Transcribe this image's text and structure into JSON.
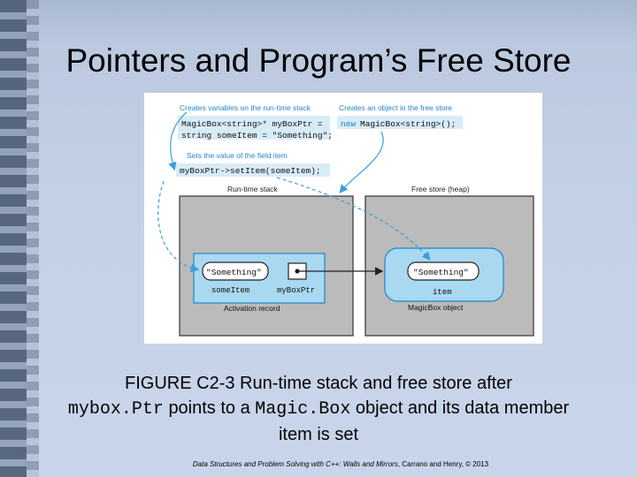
{
  "slide": {
    "title": "Pointers and Program’s Free Store"
  },
  "figure": {
    "labels": {
      "creates_stack": "Creates variables on the run-time stack",
      "creates_free": "Creates an object in the free store",
      "sets_value": "Sets the value of the field item",
      "runtime_stack": "Run-time stack",
      "free_store": "Free store (heap)",
      "activation_record": "Activation record",
      "magicbox_object": "MagicBox object"
    },
    "code": {
      "line1_left": "MagicBox<string>* myBoxPtr =",
      "line1_new": "new",
      "line1_right": "MagicBox<string>();",
      "line2": "string someItem = \"Something\";",
      "line3": "myBoxPtr->setItem(someItem);"
    },
    "stack": {
      "value": "\"Something\"",
      "var_item": "someItem",
      "var_ptr": "myBoxPtr"
    },
    "heap": {
      "value": "\"Something\"",
      "field": "item"
    },
    "colors": {
      "label_blue": "#1f86c8",
      "code_bg": "#d8ecf8",
      "record_bg": "#a9d8f1",
      "panel_gray": "#bbbbbb",
      "arrow_blue": "#3c9ed8"
    }
  },
  "caption": {
    "part1": "FIGURE C2-3 Run-time stack and free store after",
    "code1": "mybox.Ptr",
    "part2": "points to a",
    "code2": "Magic.Box",
    "part3": "object and its data member item is set"
  },
  "footer": {
    "italic": "Data Structures and Problem Solving with C++: Walls and Mirrors",
    "rest": ", Carrano and Henry, © 2013"
  }
}
